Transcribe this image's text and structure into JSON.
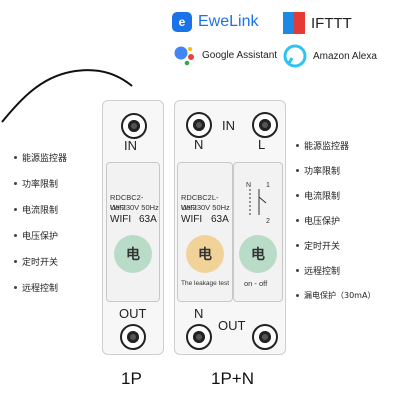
{
  "logos": {
    "ewelink": "EweLink",
    "ifttt": "IFTTT",
    "google": "Google Assistant",
    "alexa": "Amazon Alexa"
  },
  "device_1p": {
    "top_terminal": "IN",
    "model": "RDCBC2-WIFI",
    "rating": "Ue:230V 50Hz",
    "wifi": "WIFI",
    "amps": "63A",
    "button": "电",
    "bottom_terminal": "OUT",
    "caption": "1P"
  },
  "device_1pn": {
    "top_in": "IN",
    "top_n": "N",
    "top_l": "L",
    "model": "RDCBC2L-WIFI",
    "rating": "Ue:230V 50Hz",
    "wifi": "WIFI",
    "amps": "63A",
    "button": "电",
    "leakage_caption": "The leakage test",
    "onoff_caption": "on - off",
    "diagram_n": "N",
    "diagram_1": "1",
    "diagram_2": "2",
    "bottom_n": "N",
    "bottom_out": "OUT",
    "caption": "1P+N"
  },
  "features_left": [
    "能源监控器",
    "功率限制",
    "电流限制",
    "电压保护",
    "定时开关",
    "远程控制"
  ],
  "features_right": [
    "能源监控器",
    "功率限制",
    "电流限制",
    "电压保护",
    "定时开关",
    "远程控制",
    "漏电保护（30mA）"
  ],
  "colors": {
    "ewelink_blue": "#1a73e8",
    "ifttt_blue": "#1e88e5",
    "alexa_cyan": "#2ec4f1",
    "green_button": "#b9dcc9",
    "yellow_button": "#f1d39a"
  }
}
